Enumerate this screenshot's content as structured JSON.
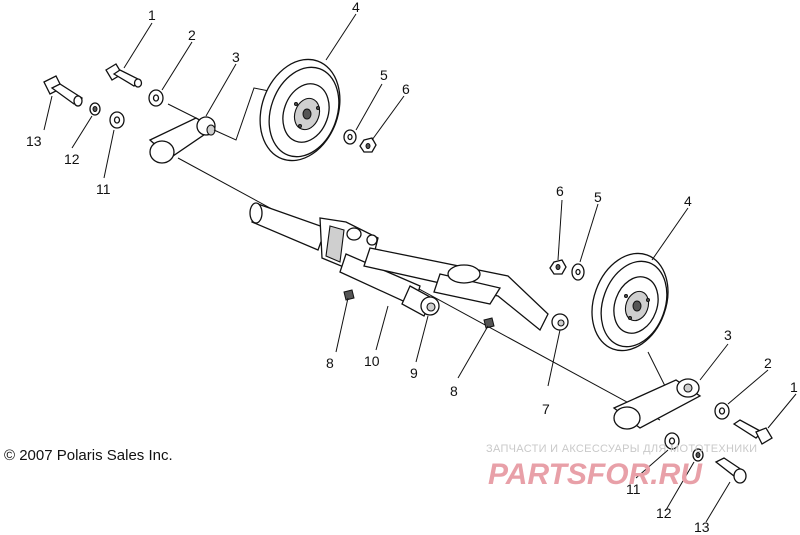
{
  "diagram": {
    "callouts": [
      {
        "id": "c1a",
        "text": "1"
      },
      {
        "id": "c2a",
        "text": "2"
      },
      {
        "id": "c3a",
        "text": "3"
      },
      {
        "id": "c4a",
        "text": "4"
      },
      {
        "id": "c5a",
        "text": "5"
      },
      {
        "id": "c6a",
        "text": "6"
      },
      {
        "id": "c13a",
        "text": "13"
      },
      {
        "id": "c12a",
        "text": "12"
      },
      {
        "id": "c11a",
        "text": "11"
      },
      {
        "id": "c6b",
        "text": "6"
      },
      {
        "id": "c5b",
        "text": "5"
      },
      {
        "id": "c4b",
        "text": "4"
      },
      {
        "id": "c8a",
        "text": "8"
      },
      {
        "id": "c10",
        "text": "10"
      },
      {
        "id": "c9",
        "text": "9"
      },
      {
        "id": "c8b",
        "text": "8"
      },
      {
        "id": "c7",
        "text": "7"
      },
      {
        "id": "c3b",
        "text": "3"
      },
      {
        "id": "c2b",
        "text": "2"
      },
      {
        "id": "c1b",
        "text": "1"
      },
      {
        "id": "c11b",
        "text": "11"
      },
      {
        "id": "c12b",
        "text": "12"
      },
      {
        "id": "c13b",
        "text": "13"
      }
    ],
    "copyright": "© 2007 Polaris Sales Inc.",
    "watermark": {
      "tagline": "ЗАПЧАСТИ И АКСЕССУАРЫ ДЛЯ МОТОТЕХНИКИ",
      "logo": "PARTSFOR.RU"
    }
  }
}
